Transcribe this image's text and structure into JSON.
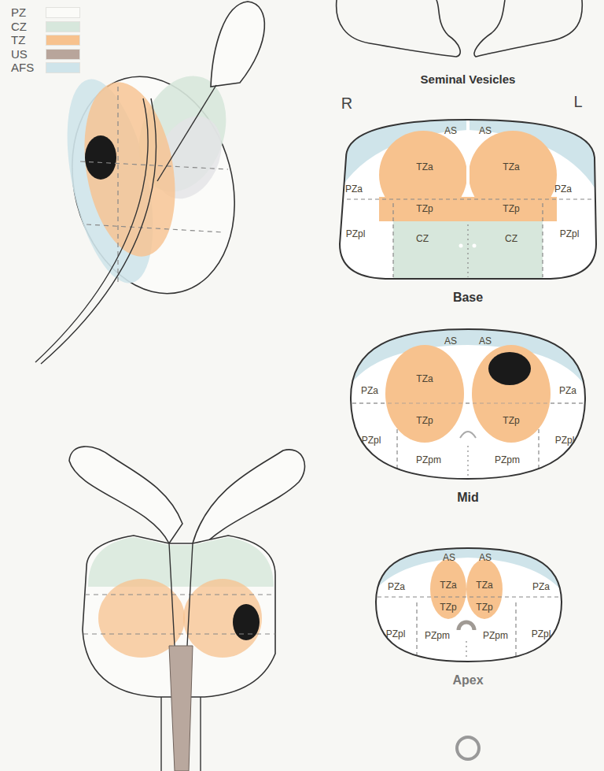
{
  "diagram": {
    "nodes": [
      {
        "text": [
          "AS",
          "AS",
          "TZa",
          "TZa",
          "PZa",
          "PZa",
          "TZp",
          "TZp",
          "PZpl",
          "CZ",
          "CZ",
          "PZpl",
          "Base"
        ]
      },
      {
        "text": [
          "AS",
          "AS",
          "TZa",
          "PZa",
          "PZa",
          "TZp",
          "TZp",
          "PZpl",
          "PZpl",
          "PZpm",
          "PZpm",
          "Mid"
        ]
      },
      {
        "text": [
          "AS",
          "AS",
          "PZa",
          "TZa",
          "TZa",
          "PZa",
          "TZp",
          "TZp",
          "PZpl",
          "PZpm",
          "PZpm",
          "PZpl",
          "Apex"
        ]
      }
    ],
    "labels": [
      "Seminal Vesicles",
      "R",
      "L"
    ],
    "legend": [
      {
        "text": "PZ",
        "color": "#fbfbf8"
      },
      {
        "text": "CZ",
        "color": "#d7e7dc"
      },
      {
        "text": "TZ",
        "color": "#f7c28e"
      },
      {
        "text": "US",
        "color": "#b8a59b"
      },
      {
        "text": "AFS",
        "color": "#cfe4ea"
      }
    ]
  }
}
